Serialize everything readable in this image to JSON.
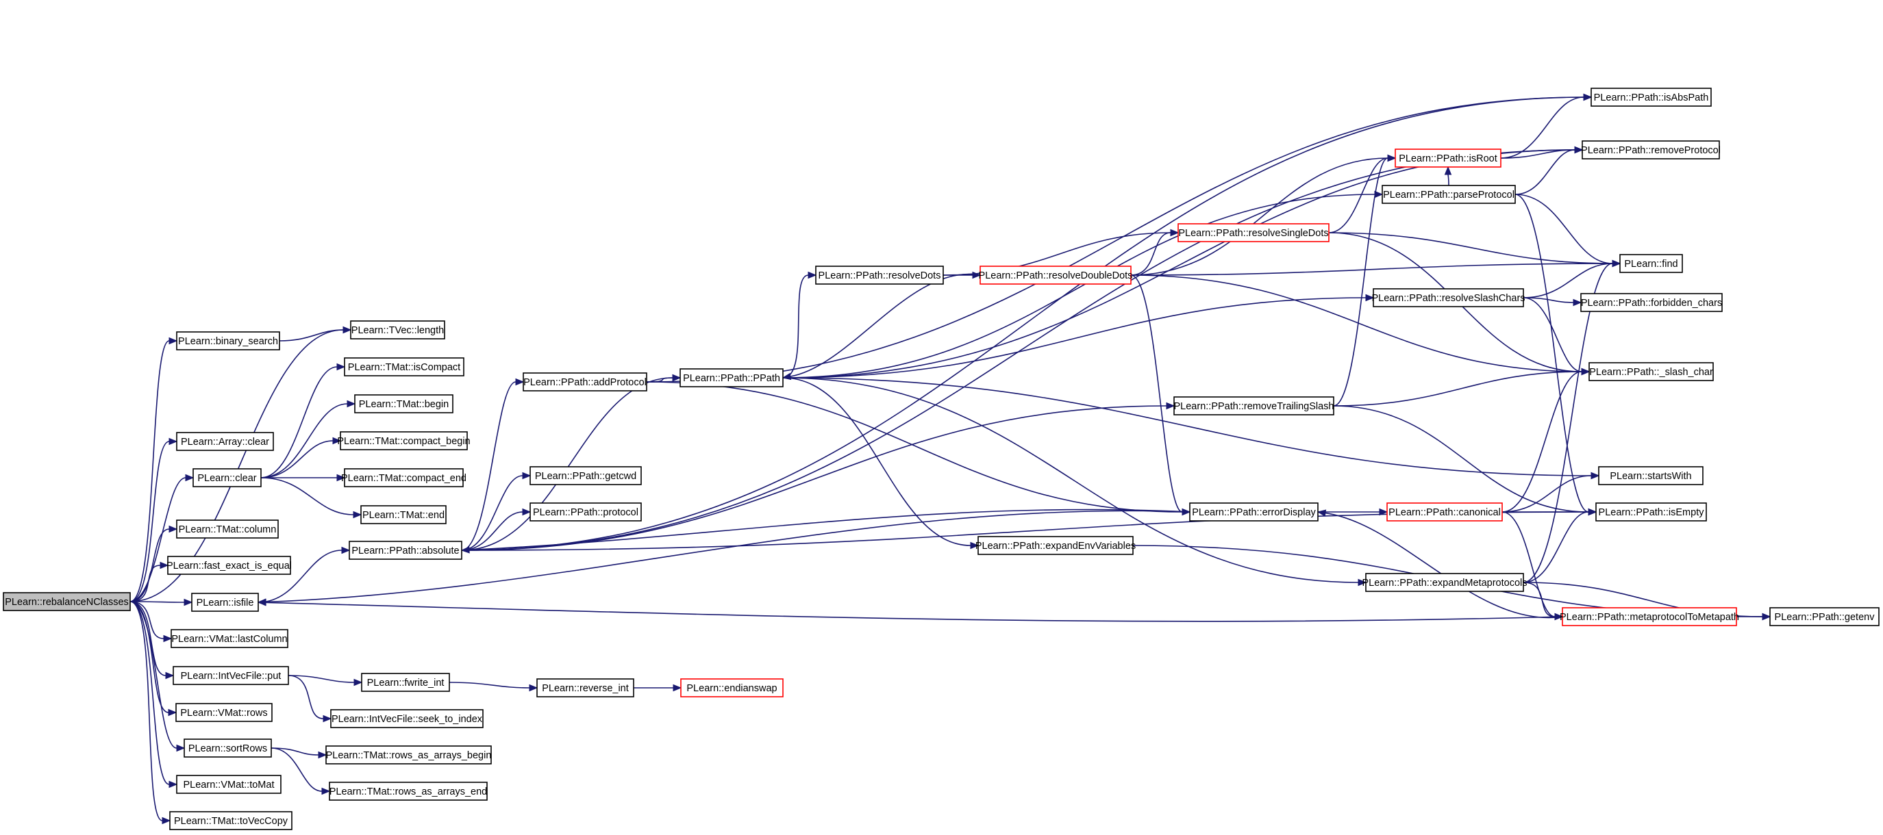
{
  "graph": {
    "nodes": [
      {
        "id": "rebalance",
        "label": "PLearn::rebalanceNClasses",
        "style": "root"
      },
      {
        "id": "binary_search",
        "label": "PLearn::binary_search"
      },
      {
        "id": "tvec_length",
        "label": "PLearn::TVec::length"
      },
      {
        "id": "array_clear",
        "label": "PLearn::Array::clear"
      },
      {
        "id": "clear",
        "label": "PLearn::clear"
      },
      {
        "id": "tmat_iscompact",
        "label": "PLearn::TMat::isCompact"
      },
      {
        "id": "tmat_begin",
        "label": "PLearn::TMat::begin"
      },
      {
        "id": "tmat_compact_begin",
        "label": "PLearn::TMat::compact_begin"
      },
      {
        "id": "tmat_compact_end",
        "label": "PLearn::TMat::compact_end"
      },
      {
        "id": "tmat_end",
        "label": "PLearn::TMat::end"
      },
      {
        "id": "tmat_column",
        "label": "PLearn::TMat::column"
      },
      {
        "id": "fast_exact",
        "label": "PLearn::fast_exact_is_equal"
      },
      {
        "id": "isfile",
        "label": "PLearn::isfile"
      },
      {
        "id": "vmat_lastcolumn",
        "label": "PLearn::VMat::lastColumn"
      },
      {
        "id": "intvec_put",
        "label": "PLearn::IntVecFile::put"
      },
      {
        "id": "vmat_rows",
        "label": "PLearn::VMat::rows"
      },
      {
        "id": "sortrows",
        "label": "PLearn::sortRows"
      },
      {
        "id": "vmat_tomat",
        "label": "PLearn::VMat::toMat"
      },
      {
        "id": "tmat_tovec",
        "label": "PLearn::TMat::toVecCopy"
      },
      {
        "id": "fwrite_int",
        "label": "PLearn::fwrite_int"
      },
      {
        "id": "seek_to_index",
        "label": "PLearn::IntVecFile::seek_to_index"
      },
      {
        "id": "reverse_int",
        "label": "PLearn::reverse_int"
      },
      {
        "id": "endianswap",
        "label": "PLearn::endianswap",
        "style": "red"
      },
      {
        "id": "rows_begin",
        "label": "PLearn::TMat::rows_as_arrays_begin"
      },
      {
        "id": "rows_end",
        "label": "PLearn::TMat::rows_as_arrays_end"
      },
      {
        "id": "absolute",
        "label": "PLearn::PPath::absolute"
      },
      {
        "id": "addprotocol",
        "label": "PLearn::PPath::addProtocol"
      },
      {
        "id": "getcwd",
        "label": "PLearn::PPath::getcwd"
      },
      {
        "id": "protocol",
        "label": "PLearn::PPath::protocol"
      },
      {
        "id": "ppath",
        "label": "PLearn::PPath::PPath"
      },
      {
        "id": "resolvedots",
        "label": "PLearn::PPath::resolveDots"
      },
      {
        "id": "resolvedoubledots",
        "label": "PLearn::PPath::resolveDoubleDots",
        "style": "red"
      },
      {
        "id": "resolvesingledots",
        "label": "PLearn::PPath::resolveSingleDots",
        "style": "red"
      },
      {
        "id": "isroot",
        "label": "PLearn::PPath::isRoot",
        "style": "red"
      },
      {
        "id": "parseprotocol",
        "label": "PLearn::PPath::parseProtocol"
      },
      {
        "id": "isabspath",
        "label": "PLearn::PPath::isAbsPath"
      },
      {
        "id": "removeprotocol",
        "label": "PLearn::PPath::removeProtocol"
      },
      {
        "id": "find",
        "label": "PLearn::find"
      },
      {
        "id": "resolveslashchars",
        "label": "PLearn::PPath::resolveSlashChars"
      },
      {
        "id": "forbidden_chars",
        "label": "PLearn::PPath::forbidden_chars"
      },
      {
        "id": "slash_char",
        "label": "PLearn::PPath::_slash_char"
      },
      {
        "id": "removetrailingslash",
        "label": "PLearn::PPath::removeTrailingSlash"
      },
      {
        "id": "startswith",
        "label": "PLearn::startsWith"
      },
      {
        "id": "errordisplay",
        "label": "PLearn::PPath::errorDisplay"
      },
      {
        "id": "canonical",
        "label": "PLearn::PPath::canonical",
        "style": "red"
      },
      {
        "id": "isempty",
        "label": "PLearn::PPath::isEmpty"
      },
      {
        "id": "expandenvvariables",
        "label": "PLearn::PPath::expandEnvVariables"
      },
      {
        "id": "expandmetaprotocols",
        "label": "PLearn::PPath::expandMetaprotocols"
      },
      {
        "id": "metaprotocol",
        "label": "PLearn::PPath::metaprotocolToMetapath",
        "style": "red"
      },
      {
        "id": "getenv",
        "label": "PLearn::PPath::getenv"
      }
    ],
    "edges": [
      [
        "rebalance",
        "binary_search"
      ],
      [
        "rebalance",
        "tvec_length"
      ],
      [
        "rebalance",
        "array_clear"
      ],
      [
        "rebalance",
        "clear"
      ],
      [
        "rebalance",
        "tmat_column"
      ],
      [
        "rebalance",
        "fast_exact"
      ],
      [
        "rebalance",
        "isfile"
      ],
      [
        "rebalance",
        "vmat_lastcolumn"
      ],
      [
        "rebalance",
        "intvec_put"
      ],
      [
        "rebalance",
        "vmat_rows"
      ],
      [
        "rebalance",
        "sortrows"
      ],
      [
        "rebalance",
        "vmat_tomat"
      ],
      [
        "rebalance",
        "tmat_tovec"
      ],
      [
        "binary_search",
        "tvec_length"
      ],
      [
        "clear",
        "tmat_iscompact"
      ],
      [
        "clear",
        "tmat_begin"
      ],
      [
        "clear",
        "tmat_compact_begin"
      ],
      [
        "clear",
        "tmat_compact_end"
      ],
      [
        "clear",
        "tmat_end"
      ],
      [
        "isfile",
        "absolute"
      ],
      [
        "intvec_put",
        "fwrite_int"
      ],
      [
        "intvec_put",
        "seek_to_index"
      ],
      [
        "fwrite_int",
        "reverse_int"
      ],
      [
        "reverse_int",
        "endianswap"
      ],
      [
        "sortrows",
        "rows_begin"
      ],
      [
        "sortrows",
        "rows_end"
      ],
      [
        "absolute",
        "addprotocol"
      ],
      [
        "absolute",
        "getcwd"
      ],
      [
        "absolute",
        "protocol"
      ],
      [
        "absolute",
        "ppath"
      ],
      [
        "absolute",
        "removetrailingslash"
      ],
      [
        "absolute",
        "isempty"
      ],
      [
        "absolute",
        "isabspath"
      ],
      [
        "absolute",
        "removeprotocol"
      ],
      [
        "addprotocol",
        "ppath"
      ],
      [
        "addprotocol",
        "isabspath"
      ],
      [
        "addprotocol",
        "errordisplay"
      ],
      [
        "ppath",
        "resolvedots"
      ],
      [
        "ppath",
        "resolveslashchars"
      ],
      [
        "ppath",
        "startswith"
      ],
      [
        "ppath",
        "expandenvvariables"
      ],
      [
        "ppath",
        "expandmetaprotocols"
      ],
      [
        "ppath",
        "parseprotocol"
      ],
      [
        "resolvedots",
        "resolvedoubledots"
      ],
      [
        "resolvedots",
        "resolvesingledots"
      ],
      [
        "resolvedoubledots",
        "ppath"
      ],
      [
        "resolvedoubledots",
        "resolvesingledots"
      ],
      [
        "resolvedoubledots",
        "find"
      ],
      [
        "resolvedoubledots",
        "slash_char"
      ],
      [
        "resolvedoubledots",
        "errordisplay"
      ],
      [
        "resolvedoubledots",
        "isroot"
      ],
      [
        "resolvesingledots",
        "find"
      ],
      [
        "resolvesingledots",
        "slash_char"
      ],
      [
        "resolvesingledots",
        "isroot"
      ],
      [
        "isroot",
        "isabspath"
      ],
      [
        "isroot",
        "removeprotocol"
      ],
      [
        "parseprotocol",
        "removeprotocol"
      ],
      [
        "parseprotocol",
        "find"
      ],
      [
        "parseprotocol",
        "isempty"
      ],
      [
        "parseprotocol",
        "isroot"
      ],
      [
        "ppath",
        "removeprotocol"
      ],
      [
        "resolveslashchars",
        "forbidden_chars"
      ],
      [
        "resolveslashchars",
        "slash_char"
      ],
      [
        "resolveslashchars",
        "find"
      ],
      [
        "removetrailingslash",
        "slash_char"
      ],
      [
        "removetrailingslash",
        "isroot"
      ],
      [
        "removetrailingslash",
        "isempty"
      ],
      [
        "errordisplay",
        "canonical"
      ],
      [
        "errordisplay",
        "absolute"
      ],
      [
        "errordisplay",
        "isfile"
      ],
      [
        "canonical",
        "startswith"
      ],
      [
        "canonical",
        "isempty"
      ],
      [
        "canonical",
        "slash_char"
      ],
      [
        "canonical",
        "metaprotocol"
      ],
      [
        "expandenvvariables",
        "getenv"
      ],
      [
        "expandmetaprotocols",
        "isempty"
      ],
      [
        "expandmetaprotocols",
        "getenv"
      ],
      [
        "expandmetaprotocols",
        "metaprotocol"
      ],
      [
        "expandmetaprotocols",
        "find"
      ],
      [
        "metaprotocol",
        "getenv"
      ],
      [
        "metaprotocol",
        "errordisplay"
      ],
      [
        "metaprotocol",
        "isfile"
      ]
    ]
  }
}
